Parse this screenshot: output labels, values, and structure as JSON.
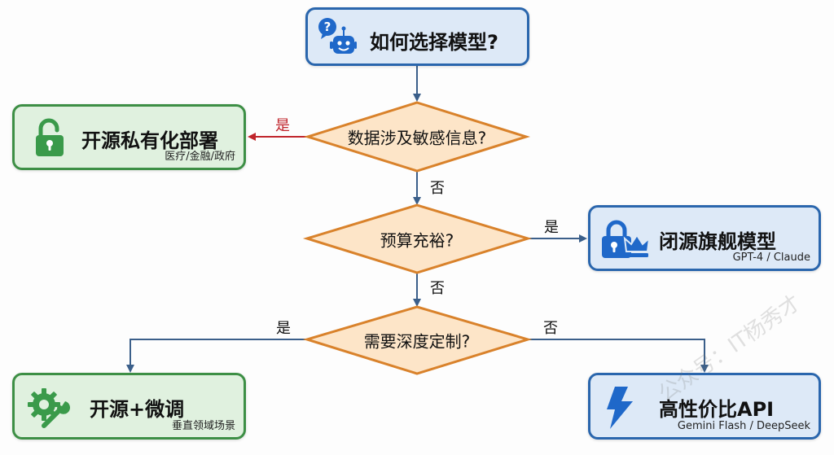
{
  "diagram": {
    "start": {
      "title": "如何选择模型?",
      "icon": "robot-question-icon"
    },
    "decisions": [
      {
        "id": "d1",
        "text": "数据涉及敏感信息?"
      },
      {
        "id": "d2",
        "text": "预算充裕?"
      },
      {
        "id": "d3",
        "text": "需要深度定制?"
      }
    ],
    "outcomes": [
      {
        "id": "o1",
        "title": "开源私有化部署",
        "subtitle": "医疗/金融/政府",
        "icon": "unlocked-padlock-icon",
        "style": "green"
      },
      {
        "id": "o2",
        "title": "闭源旗舰模型",
        "subtitle": "GPT-4 / Claude",
        "icon": "lock-crown-icon",
        "style": "blue"
      },
      {
        "id": "o3",
        "title": "开源+微调",
        "subtitle": "垂直领域场景",
        "icon": "gear-wrench-icon",
        "style": "green"
      },
      {
        "id": "o4",
        "title": "高性价比API",
        "subtitle": "Gemini Flash / DeepSeek",
        "icon": "lightning-bolt-icon",
        "style": "blue"
      }
    ],
    "edges": [
      {
        "from": "start",
        "to": "d1",
        "label": ""
      },
      {
        "from": "d1",
        "to": "o1",
        "label": "是"
      },
      {
        "from": "d1",
        "to": "d2",
        "label": "否"
      },
      {
        "from": "d2",
        "to": "o2",
        "label": "是"
      },
      {
        "from": "d2",
        "to": "d3",
        "label": "否"
      },
      {
        "from": "d3",
        "to": "o3",
        "label": "是"
      },
      {
        "from": "d3",
        "to": "o4",
        "label": "否"
      }
    ],
    "colors": {
      "blue_border": "#2a66ad",
      "blue_fill": "#dde9f7",
      "green_border": "#3d8f45",
      "green_fill": "#e0f1df",
      "diamond_border": "#d9822b",
      "diamond_fill": "#fde5c8",
      "edge": "#3b5f8a",
      "edge_highlight": "#c0242b",
      "icon_blue": "#1f68c9",
      "icon_green": "#3a9a4a"
    }
  },
  "watermark": "公众号：IT杨秀才"
}
